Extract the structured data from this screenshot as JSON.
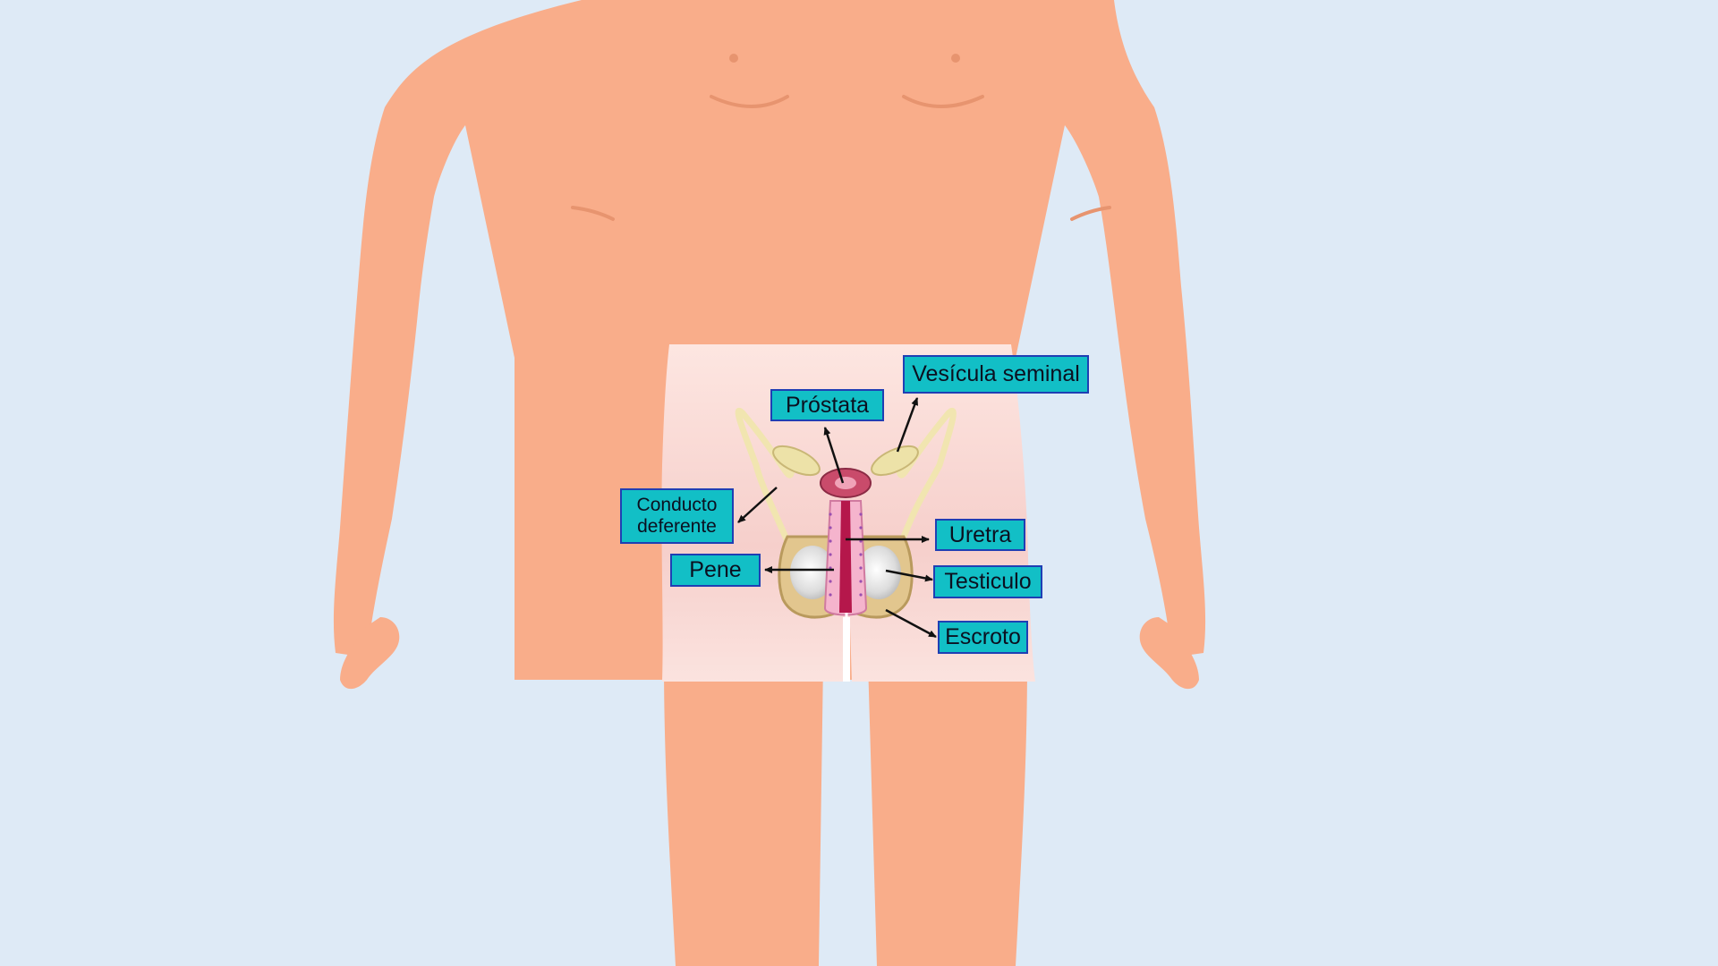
{
  "colors": {
    "background": "#deeaf6",
    "skin": "#f9ad8a",
    "skin_crease": "#e7946f",
    "inset_panel": "#f8d7d3",
    "label_fill": "#12bfc6",
    "label_border": "#1f3fb4",
    "arrow": "#111111"
  },
  "labels": {
    "vesicula": "Vesícula seminal",
    "prostata": "Próstata",
    "conducto_line1": "Conducto",
    "conducto_line2": "deferente",
    "uretra": "Uretra",
    "pene": "Pene",
    "testiculo": "Testiculo",
    "escroto": "Escroto"
  }
}
